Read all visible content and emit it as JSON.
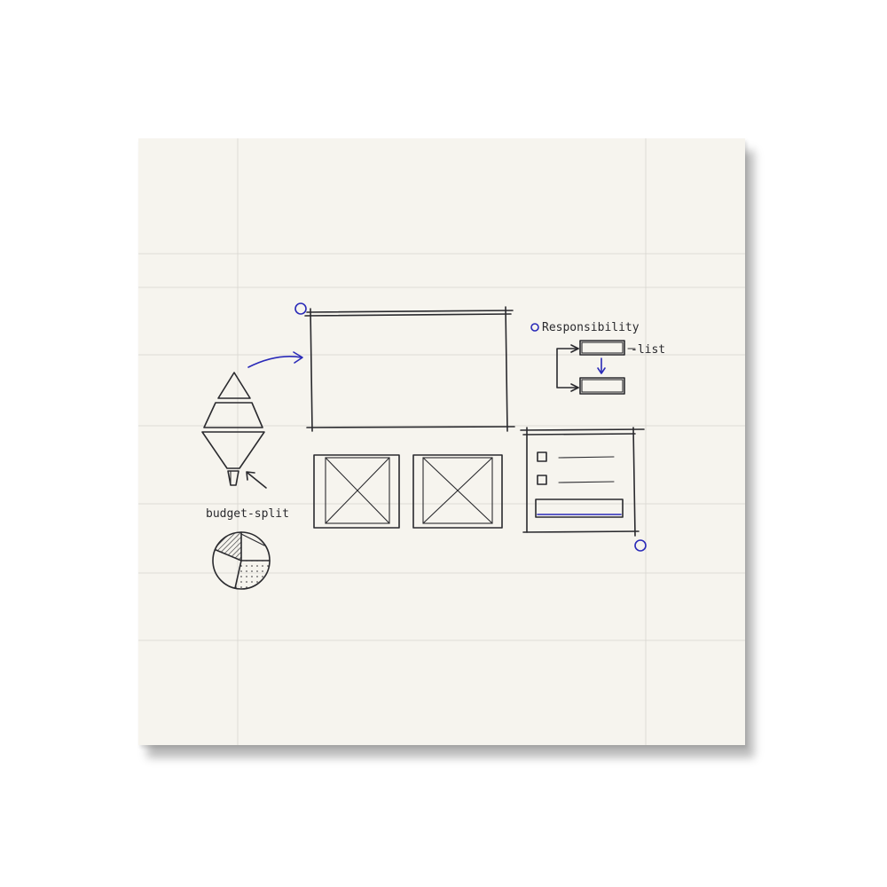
{
  "colors": {
    "paper": "#f6f4ee",
    "grid": "#dddbd5",
    "ink": "#2a2a2e",
    "accent": "#2a2ab8"
  },
  "labels": {
    "responsibility": "Responsibility",
    "list": "-list",
    "budget_split": "budget-split"
  },
  "icons": {
    "funnel": "funnel-icon",
    "pie": "pie-chart-icon",
    "image_placeholder": "image-placeholder-icon"
  }
}
